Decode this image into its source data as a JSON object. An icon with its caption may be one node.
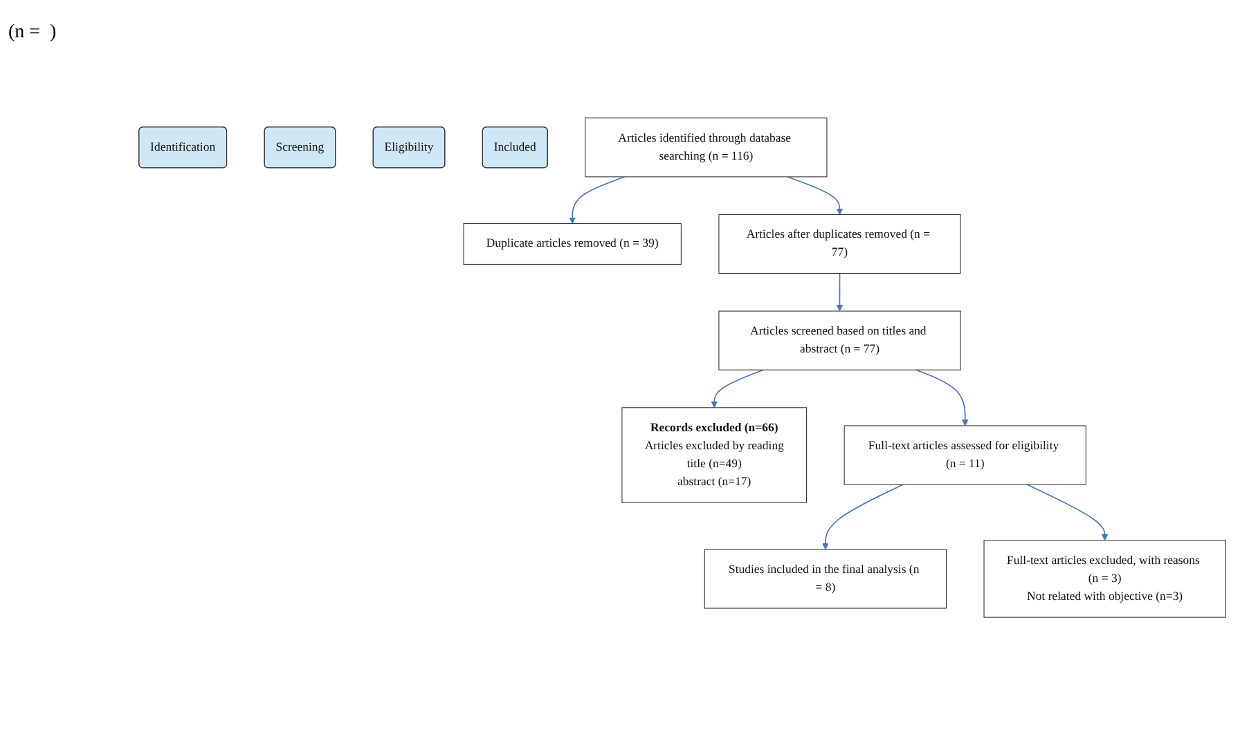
{
  "diagram": {
    "nodes": [
      {
        "text": [
          "Identification"
        ]
      },
      {
        "text": [
          "Screening"
        ]
      },
      {
        "text": [
          "Eligibility"
        ]
      },
      {
        "text": [
          "Included"
        ]
      },
      {
        "text": [
          "Articles identified through database searching (n = 116)"
        ]
      },
      {
        "text": [
          "Duplicate articles removed (n = 39)"
        ]
      },
      {
        "text": [
          "Articles after duplicates removed (n = 77)"
        ]
      },
      {
        "text": [
          "Articles screened based on titles and abstract (n = 77)"
        ]
      },
      {
        "text": [
          "Records excluded (n=66)",
          "Articles excluded by reading",
          "title (n=49)",
          "abstract (n=17)"
        ]
      },
      {
        "text": [
          "Full-text articles assessed for eligibility (n = 11)"
        ]
      },
      {
        "text": [
          "Full-text articles excluded, with reasons (n = 3)",
          "Not related with objective (n=3)"
        ]
      },
      {
        "text": [
          "Studies included in the final analysis (n = 8)"
        ]
      }
    ],
    "edges": [
      {
        "from": 4,
        "to": 6,
        "arrow": "to"
      },
      {
        "from": 4,
        "to": 5,
        "arrow": "to"
      },
      {
        "from": 6,
        "to": 7,
        "arrow": "to"
      },
      {
        "from": 7,
        "to": 9,
        "arrow": "to"
      },
      {
        "from": 7,
        "to": 8,
        "arrow": "to"
      },
      {
        "from": 9,
        "to": 11,
        "arrow": "to"
      },
      {
        "from": 9,
        "to": 10,
        "arrow": "to"
      }
    ],
    "labels": [
      "(n =  )"
    ]
  }
}
